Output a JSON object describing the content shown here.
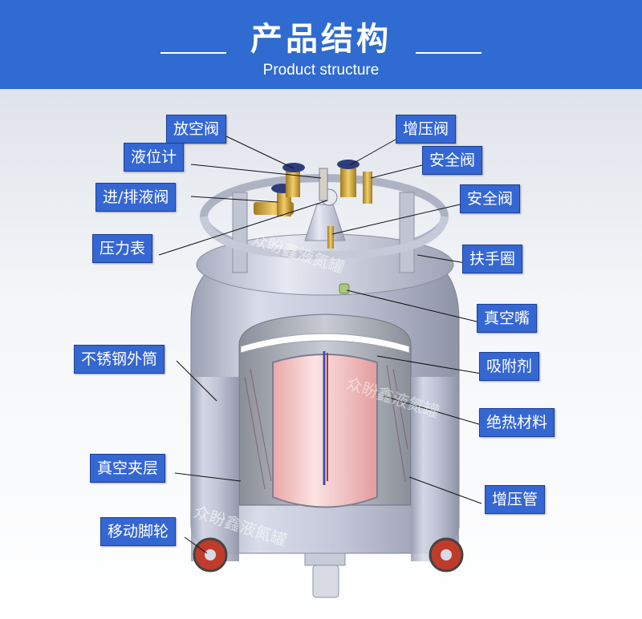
{
  "header": {
    "title_zh": "产品结构",
    "title_en": "Product structure",
    "bg_color": "#2f6bd0"
  },
  "labels": {
    "vent_valve": "放空阀",
    "level_gauge": "液位计",
    "fill_drain_valve": "进/排液阀",
    "pressure_gauge": "压力表",
    "steel_shell": "不锈钢外筒",
    "vacuum_jacket": "真空夹层",
    "casters": "移动脚轮",
    "pressurize_valve": "增压阀",
    "safety_valve_1": "安全阀",
    "safety_valve_2": "安全阀",
    "handle_ring": "扶手圈",
    "vacuum_nozzle": "真空嘴",
    "adsorbent": "吸附剂",
    "insulation": "绝热材料",
    "pressurize_tube": "增压管"
  },
  "watermark": "众盼鑫液氮罐",
  "label_color": "#3567d3"
}
